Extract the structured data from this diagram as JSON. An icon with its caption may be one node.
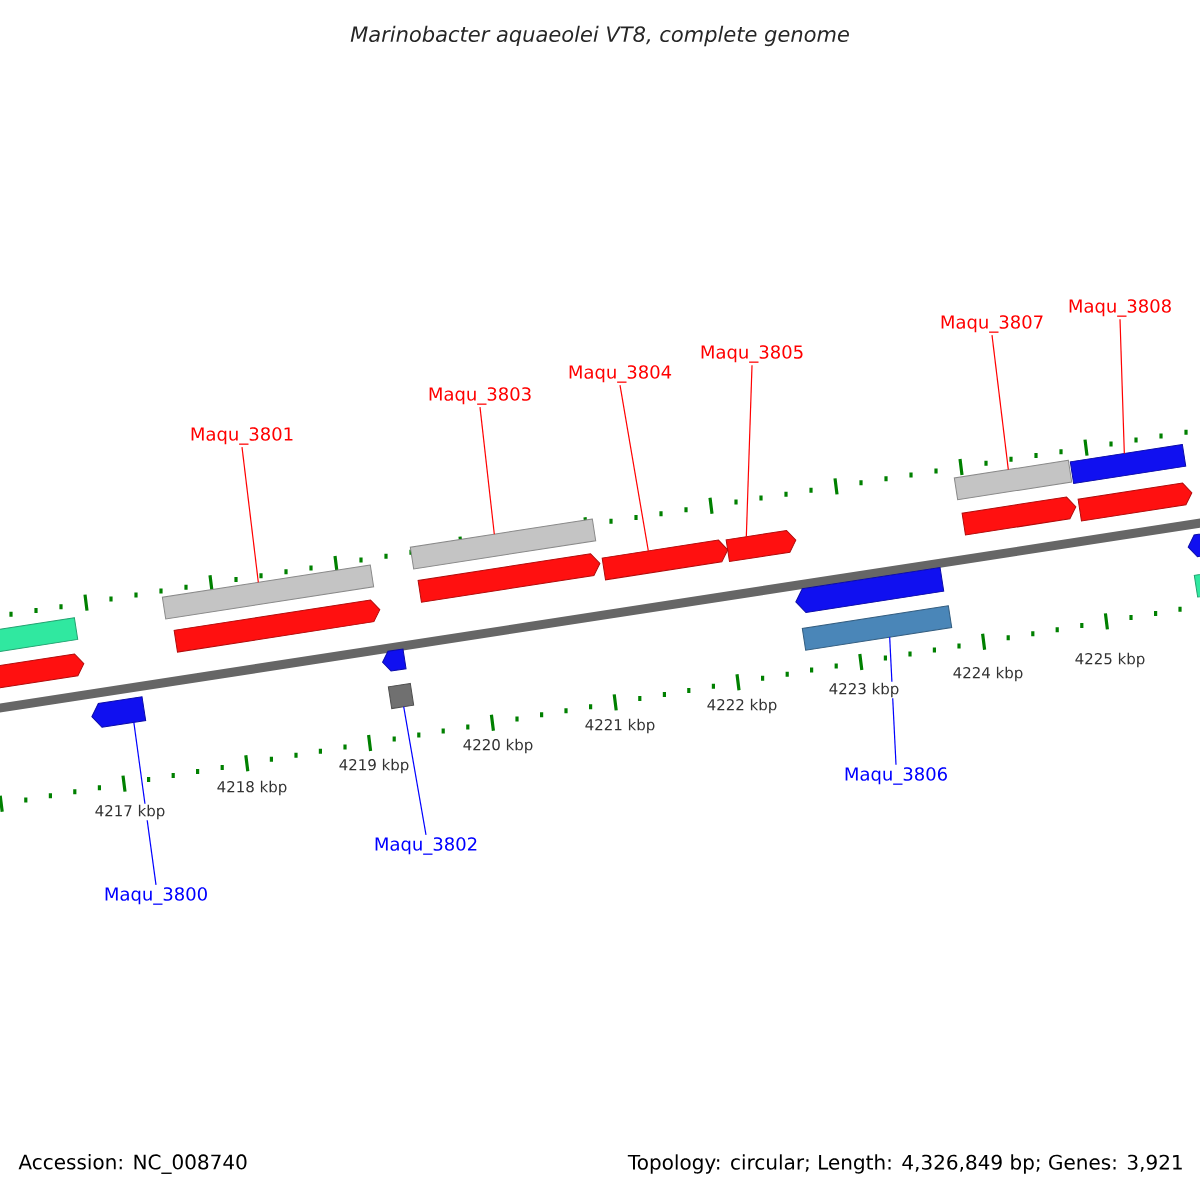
{
  "diagram": {
    "title": "Marinobacter aquaeolei VT8, complete genome",
    "nodes": [
      {
        "text": [
          "Maqu_3800"
        ]
      },
      {
        "text": [
          "Maqu_3801"
        ]
      },
      {
        "text": [
          "Maqu_3802"
        ]
      },
      {
        "text": [
          "Maqu_3803"
        ]
      },
      {
        "text": [
          "Maqu_3804"
        ]
      },
      {
        "text": [
          "Maqu_3805"
        ]
      },
      {
        "text": [
          "Maqu_3806"
        ]
      },
      {
        "text": [
          "Maqu_3807"
        ]
      },
      {
        "text": [
          "Maqu_3808"
        ]
      },
      {
        "text": [],
        "shape": "bar"
      },
      {
        "text": [],
        "shape": "arrow"
      },
      {
        "text": [],
        "shape": "arrow"
      },
      {
        "text": [],
        "shape": "bar"
      },
      {
        "text": [],
        "shape": "arrow"
      },
      {
        "text": [],
        "shape": "arrow"
      },
      {
        "text": [],
        "shape": "bar"
      },
      {
        "text": [],
        "shape": "bar"
      },
      {
        "text": [],
        "shape": "arrow"
      },
      {
        "text": [],
        "shape": "arrow"
      },
      {
        "text": [],
        "shape": "arrow"
      },
      {
        "text": [],
        "shape": "arrow"
      },
      {
        "text": [],
        "shape": "bar"
      },
      {
        "text": [],
        "shape": "bar"
      },
      {
        "text": [],
        "shape": "arrow"
      },
      {
        "text": [],
        "shape": "bar"
      },
      {
        "text": [],
        "shape": "arrow"
      },
      {
        "text": [],
        "shape": "arrow"
      },
      {
        "text": [],
        "shape": "bar"
      }
    ],
    "edges": [
      {
        "from": 0,
        "to": 11,
        "arrow": "none",
        "color": "#0000ff"
      },
      {
        "from": 1,
        "to": 12,
        "arrow": "none"
      },
      {
        "from": 2,
        "to": 15,
        "arrow": "none",
        "color": "#0000ff"
      },
      {
        "from": 3,
        "to": 16,
        "arrow": "none"
      },
      {
        "from": 4,
        "to": 18,
        "arrow": "none"
      },
      {
        "from": 5,
        "to": 19,
        "arrow": "none"
      },
      {
        "from": 6,
        "to": 21,
        "arrow": "none",
        "color": "#0000ff"
      },
      {
        "from": 7,
        "to": 22,
        "arrow": "none"
      },
      {
        "from": 8,
        "to": 24,
        "arrow": "none"
      }
    ],
    "labels": [
      "4217 kbp",
      "4218 kbp",
      "4219 kbp",
      "4220 kbp",
      "4221 kbp",
      "4222 kbp",
      "4223 kbp",
      "4224 kbp",
      "4225 kbp",
      "Accession: NC_008740",
      "Topology: circular; Length: 4,326,849 bp; Genes: 3,921"
    ]
  }
}
